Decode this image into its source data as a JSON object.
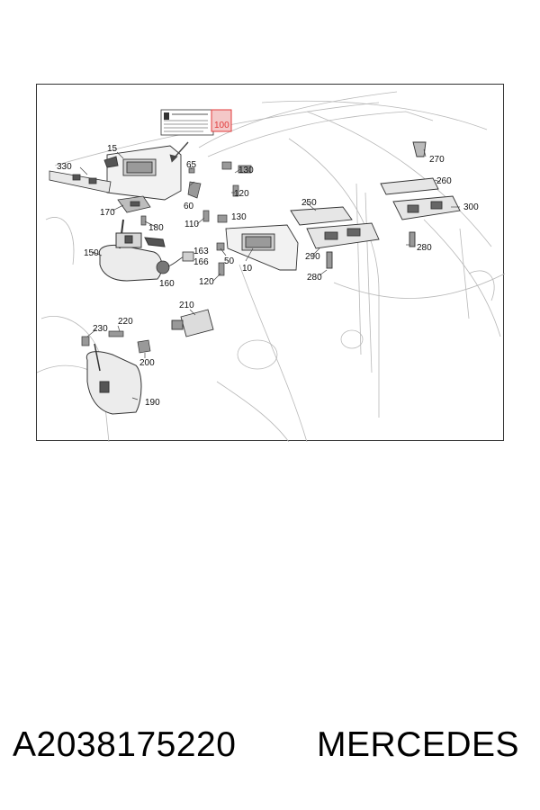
{
  "diagram": {
    "labels": [
      "15",
      "330",
      "65",
      "130",
      "60",
      "120",
      "100",
      "170",
      "180",
      "110",
      "130",
      "150",
      "163",
      "166",
      "50",
      "160",
      "120",
      "10",
      "250",
      "270",
      "260",
      "300",
      "290",
      "280",
      "280",
      "210",
      "220",
      "230",
      "200",
      "190"
    ],
    "highlight_color": "#e23a3a",
    "line_color": "#444444"
  },
  "footer": {
    "part_number": "A2038175220",
    "brand": "MERCEDES"
  }
}
